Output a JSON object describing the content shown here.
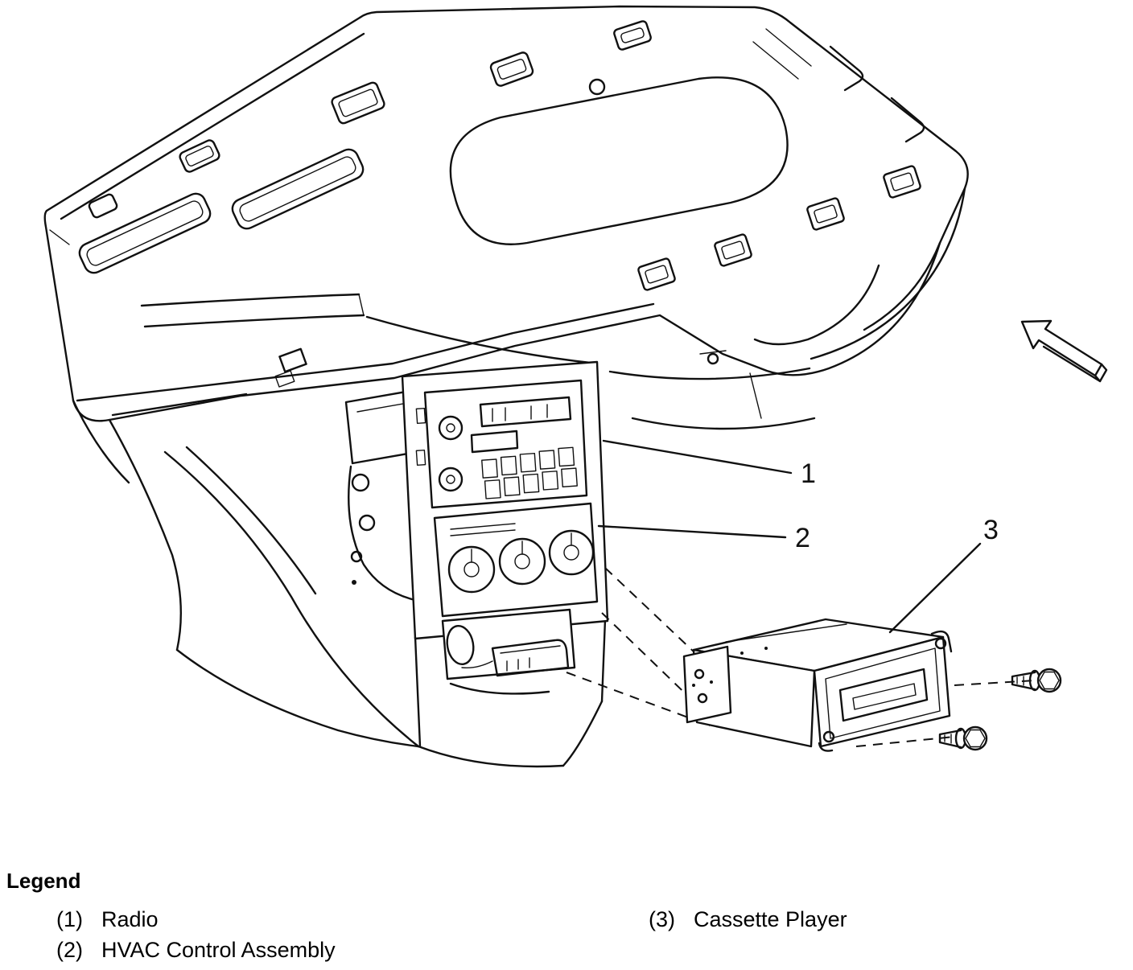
{
  "figure": {
    "callouts": [
      {
        "number": "1",
        "label": "Radio"
      },
      {
        "number": "2",
        "label": "HVAC Control Assembly"
      },
      {
        "number": "3",
        "label": "Cassette Player"
      }
    ]
  },
  "legend": {
    "title": "Legend",
    "items": [
      {
        "number": "(1)",
        "label": "Radio"
      },
      {
        "number": "(2)",
        "label": "HVAC Control Assembly"
      },
      {
        "number": "(3)",
        "label": "Cassette Player"
      }
    ]
  },
  "colors": {
    "line": "#111111",
    "background": "#ffffff"
  }
}
